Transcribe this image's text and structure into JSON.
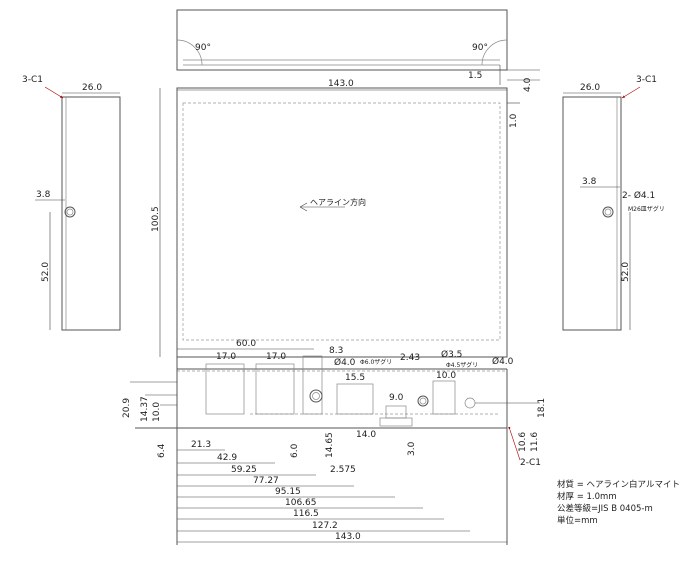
{
  "top_view": {
    "angle_left": "90°",
    "angle_right": "90°",
    "dim_1_5": "1.5",
    "dim_4_0": "4.0"
  },
  "front_view": {
    "width": "143.0",
    "height": "100.5",
    "thickness": "1.0",
    "hairline_direction": "ヘアライン方向"
  },
  "left_view": {
    "width": "26.0",
    "chamfer": "3-C1",
    "hole_offset": "3.8",
    "hole_height": "52.0"
  },
  "right_view": {
    "width": "26.0",
    "chamfer": "3-C1",
    "hole_offset": "3.8",
    "hole_spec": "2- Ø4.1",
    "countersink": "M26皿ザグリ",
    "hole_height": "52.0"
  },
  "bottom_view": {
    "top_dims": [
      "60.0",
      "17.0",
      "17.0",
      "8.3",
      "2.43",
      "15.5",
      "10.0",
      "9.0"
    ],
    "holes": [
      "Ø4.0",
      "Φ6.0ザグリ",
      "Ø3.5",
      "Φ4.5ザグリ",
      "Ø4.0"
    ],
    "left_dims": [
      "20.9",
      "14.37",
      "10.0",
      "6.4"
    ],
    "right_dims": [
      "18.1",
      "10.6",
      "11.6",
      "2-C1"
    ],
    "inner_dims": [
      "6.0",
      "14.65",
      "14.0",
      "3.0",
      "2.575"
    ],
    "chain_dims": [
      "21.3",
      "42.9",
      "59.25",
      "77.27",
      "95.15",
      "106.65",
      "116.5",
      "127.2",
      "143.0"
    ]
  },
  "notes": [
    "材質 = ヘアライン白アルマイト",
    "材厚 = 1.0mm",
    "公差等級=JIS B 0405-m",
    "単位=mm"
  ]
}
